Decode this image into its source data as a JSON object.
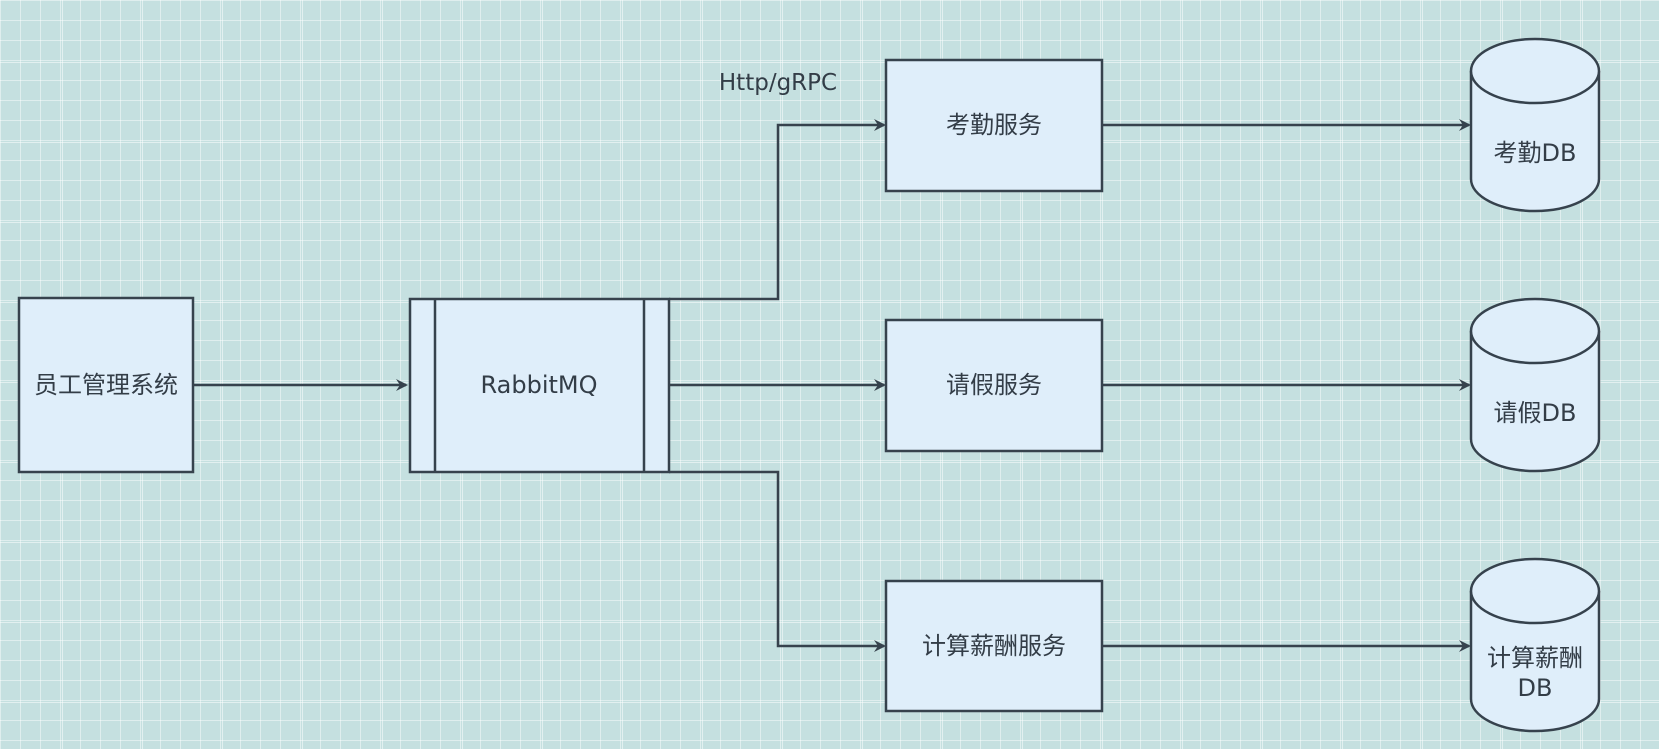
{
  "colors": {
    "background": "#c5e0e0",
    "node_fill": "#dfeefa",
    "stroke": "#36424d",
    "text": "#333d47"
  },
  "nodes": {
    "employee_system": "员工管理系统",
    "rabbitmq": "RabbitMQ",
    "attendance_service": "考勤服务",
    "leave_service": "请假服务",
    "salary_service": "计算薪酬服务",
    "attendance_db": "考勤DB",
    "leave_db": "请假DB",
    "salary_db_line1": "计算薪酬",
    "salary_db_line2": "DB"
  },
  "edges": {
    "protocol_label": "Http/gRPC"
  }
}
